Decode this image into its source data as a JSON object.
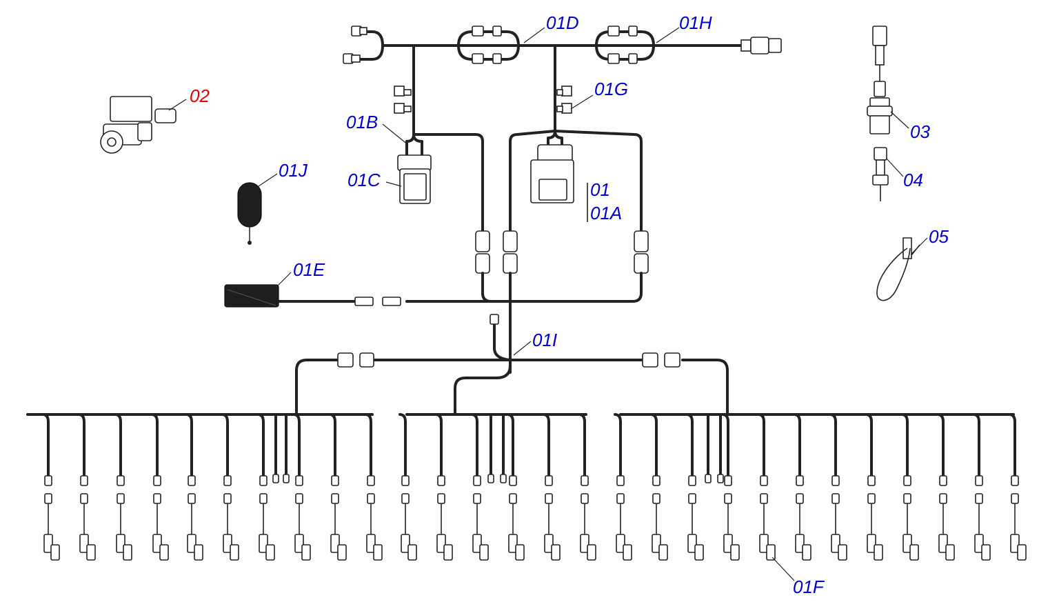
{
  "colors": {
    "label": "#0000cc",
    "label_highlight": "#e00000",
    "line": "#222222"
  },
  "labels": {
    "l01": "01",
    "l01A": "01A",
    "l01B": "01B",
    "l01C": "01C",
    "l01D": "01D",
    "l01E": "01E",
    "l01F": "01F",
    "l01G": "01G",
    "l01H": "01H",
    "l01I": "01I",
    "l01J": "01J",
    "l02": "02",
    "l03": "03",
    "l04": "04",
    "l05": "05"
  }
}
